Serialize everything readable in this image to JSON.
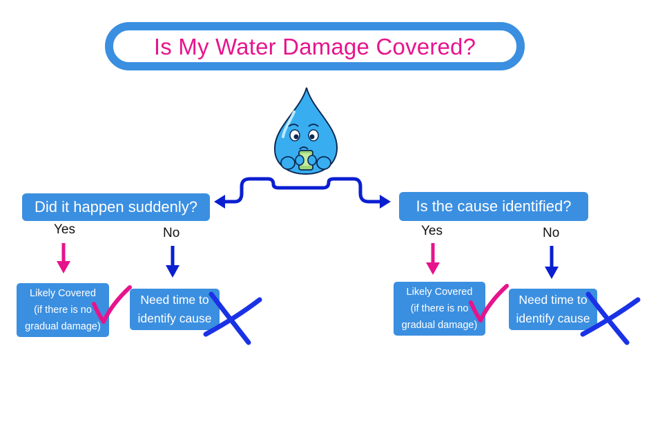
{
  "title": "Is My Water Damage Covered?",
  "colors": {
    "blue": "#3b8fe0",
    "pink": "#e6148c",
    "dark_blue": "#0a1fd0",
    "drop_blue": "#38aef0"
  },
  "mascot": {
    "icon": "sad-water-drop-holding-phone"
  },
  "left_branch": {
    "question": "Did it happen suddenly?",
    "yes_label": "Yes",
    "no_label": "No",
    "yes_result": {
      "line1": "Likely Covered",
      "line2": "(if there is no",
      "line3": "gradual damage)",
      "icon": "pink-checkmark"
    },
    "no_result": {
      "line1": "Need time to",
      "line2": "identify cause",
      "icon": "blue-x-mark"
    }
  },
  "right_branch": {
    "question": "Is the cause identified?",
    "yes_label": "Yes",
    "no_label": "No",
    "yes_result": {
      "line1": "Likely Covered",
      "line2": "(if there is no",
      "line3": "gradual damage)",
      "icon": "pink-checkmark"
    },
    "no_result": {
      "line1": "Need time to",
      "line2": "identify cause",
      "icon": "blue-x-mark"
    }
  }
}
